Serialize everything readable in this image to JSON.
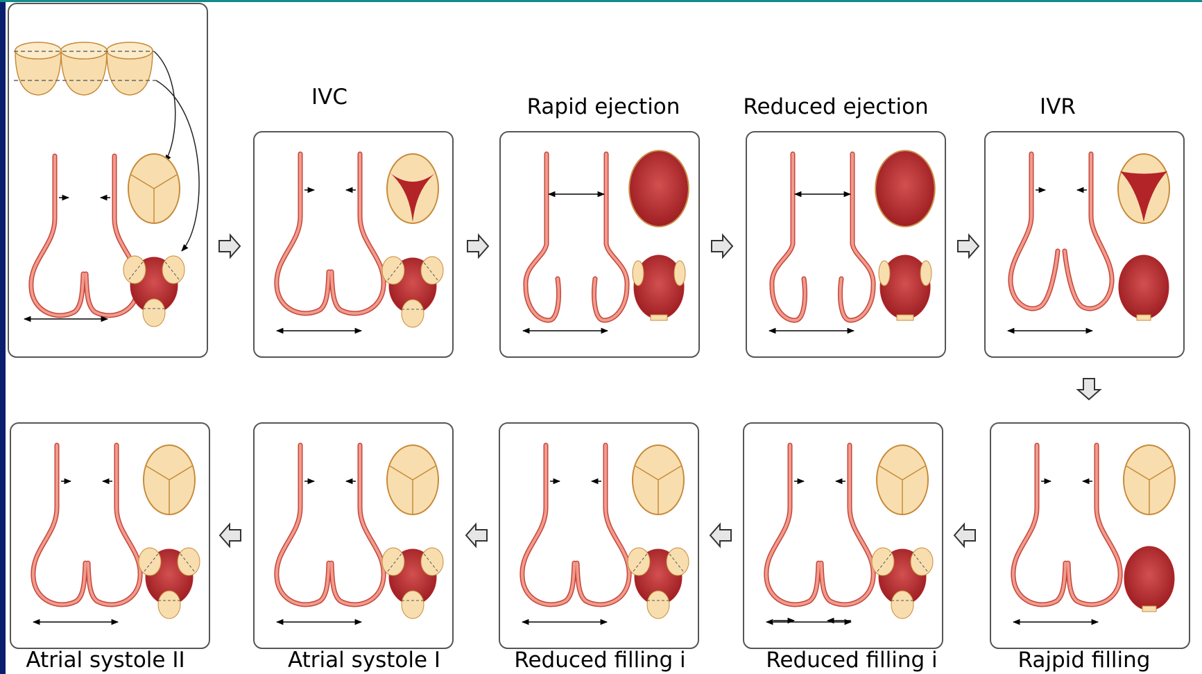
{
  "colors": {
    "muscle": "#f29b8b",
    "muscle_stroke": "#c4463d",
    "chamber": "#b32428",
    "valve_fill": "#f8deae",
    "valve_stroke": "#c78a3a",
    "panel_border": "#555555",
    "arrow_fill": "#e6e6e6",
    "frame_blue": "#0a1e6e",
    "frame_teal": "#138b8b"
  },
  "diagram": {
    "top_row": [
      "IVC",
      "Rapid ejection",
      "Reduced ejection",
      "IVR"
    ],
    "bottom_row": [
      "Atrial systole II",
      "Atrial systole I",
      "Reduced filling i",
      "Reduced filling i",
      "Rajpid filling"
    ]
  }
}
